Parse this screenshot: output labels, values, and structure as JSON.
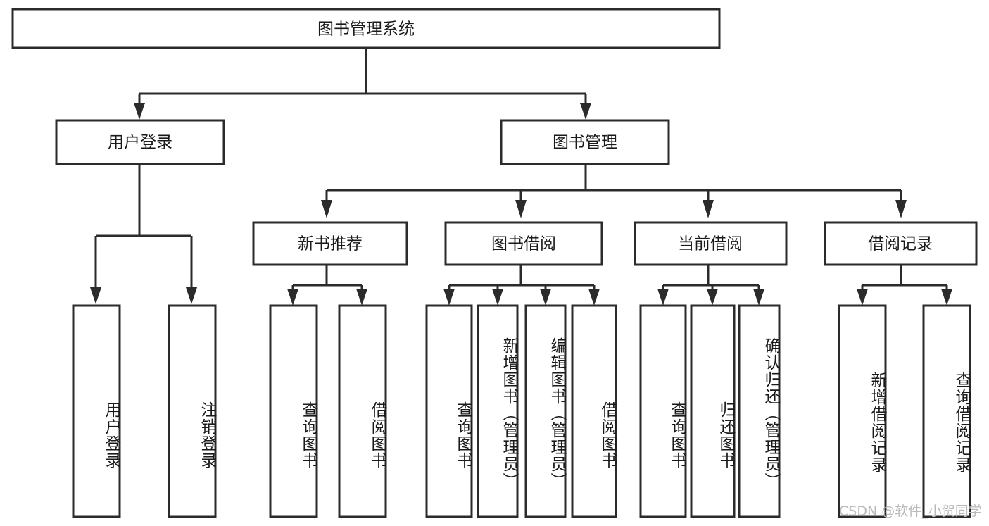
{
  "diagram": {
    "type": "tree",
    "title": "图书管理系统",
    "root": {
      "id": "root",
      "label": "图书管理系统",
      "orientation": "horizontal"
    },
    "level2": [
      {
        "id": "user-login",
        "label": "用户登录",
        "orientation": "horizontal"
      },
      {
        "id": "book-manage",
        "label": "图书管理",
        "orientation": "horizontal"
      }
    ],
    "level3": [
      {
        "id": "new-book-recommend",
        "label": "新书推荐",
        "orientation": "horizontal",
        "parent": "book-manage"
      },
      {
        "id": "book-borrow",
        "label": "图书借阅",
        "orientation": "horizontal",
        "parent": "book-manage"
      },
      {
        "id": "current-borrow",
        "label": "当前借阅",
        "orientation": "horizontal",
        "parent": "book-manage"
      },
      {
        "id": "borrow-record",
        "label": "借阅记录",
        "orientation": "horizontal",
        "parent": "book-manage"
      }
    ],
    "leaves": [
      {
        "id": "leaf-user-login",
        "label": "用户登录",
        "orientation": "vertical",
        "parent": "user-login"
      },
      {
        "id": "leaf-logout-login",
        "label": "注销登录",
        "orientation": "vertical",
        "parent": "user-login"
      },
      {
        "id": "leaf-query-book-1",
        "label": "查询图书",
        "orientation": "vertical",
        "parent": "new-book-recommend"
      },
      {
        "id": "leaf-borrow-book-1",
        "label": "借阅图书",
        "orientation": "vertical",
        "parent": "new-book-recommend"
      },
      {
        "id": "leaf-query-book-2",
        "label": "查询图书",
        "orientation": "vertical",
        "parent": "book-borrow"
      },
      {
        "id": "leaf-add-book",
        "label": "新增图书（管理员）",
        "orientation": "vertical",
        "parent": "book-borrow"
      },
      {
        "id": "leaf-edit-book",
        "label": "编辑图书（管理员）",
        "orientation": "vertical",
        "parent": "book-borrow"
      },
      {
        "id": "leaf-borrow-book-2",
        "label": "借阅图书",
        "orientation": "vertical",
        "parent": "book-borrow"
      },
      {
        "id": "leaf-query-book-3",
        "label": "查询图书",
        "orientation": "vertical",
        "parent": "current-borrow"
      },
      {
        "id": "leaf-return-book",
        "label": "归还图书",
        "orientation": "vertical",
        "parent": "current-borrow"
      },
      {
        "id": "leaf-confirm-return",
        "label": "确认归还（管理员）",
        "orientation": "vertical",
        "parent": "current-borrow"
      },
      {
        "id": "leaf-add-record",
        "label": "新增借阅记录",
        "orientation": "vertical",
        "parent": "borrow-record"
      },
      {
        "id": "leaf-query-record",
        "label": "查询借阅记录",
        "orientation": "vertical",
        "parent": "borrow-record"
      }
    ],
    "colors": {
      "background": "#ffffff",
      "box_fill": "#ffffff",
      "box_stroke": "#2b2b2b",
      "text": "#1a1a1a",
      "watermark": "#b9b9b9"
    }
  },
  "watermark": {
    "text": "CSDN @软件_小贺同学"
  }
}
